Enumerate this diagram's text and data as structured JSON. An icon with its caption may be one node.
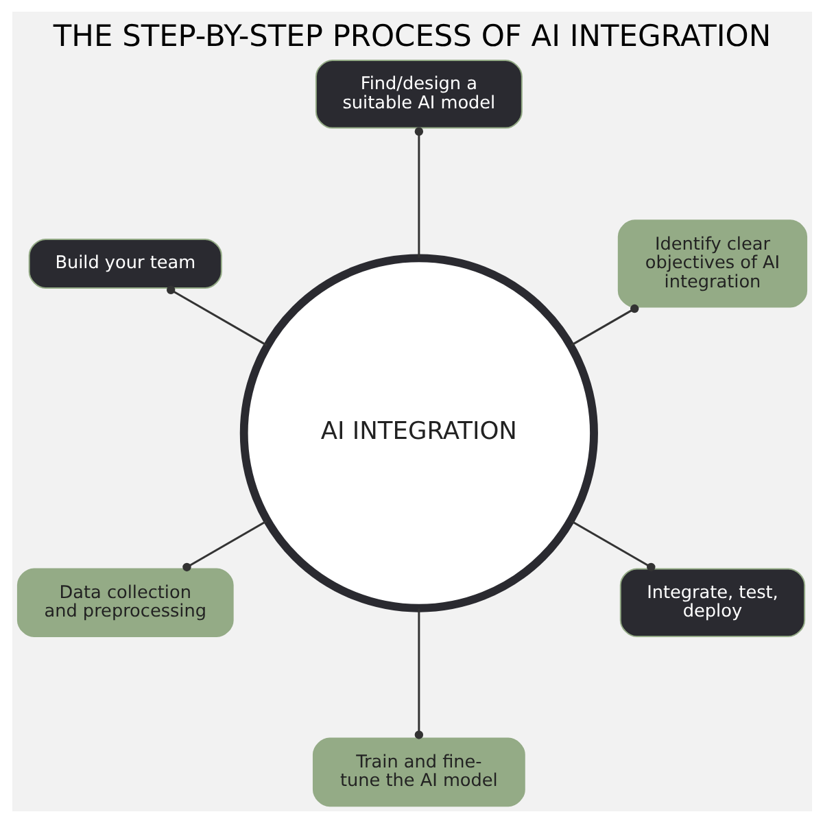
{
  "diagram": {
    "title": "THE STEP-BY-STEP PROCESS OF AI INTEGRATION",
    "nodes": [
      {
        "text": [
          "Identify clear objectives of AI integration"
        ]
      },
      {
        "text": [
          "Find/design a suitable AI model"
        ]
      },
      {
        "text": [
          "Build your team"
        ]
      },
      {
        "text": [
          "AI INTEGRATION"
        ]
      },
      {
        "text": [
          "Data collection and preprocessing"
        ]
      },
      {
        "text": [
          "Train and fine-tune the AI model"
        ]
      },
      {
        "text": [
          "Integrate, test, deploy"
        ]
      }
    ],
    "edges": [
      {
        "from": 3,
        "to": 0,
        "arrow": "other"
      },
      {
        "from": 3,
        "to": 1,
        "arrow": "other"
      },
      {
        "from": 3,
        "to": 2,
        "arrow": "other"
      },
      {
        "from": 3,
        "to": 4,
        "arrow": "other"
      },
      {
        "from": 3,
        "to": 5,
        "arrow": "other"
      },
      {
        "from": 3,
        "to": 6,
        "arrow": "other"
      }
    ]
  }
}
